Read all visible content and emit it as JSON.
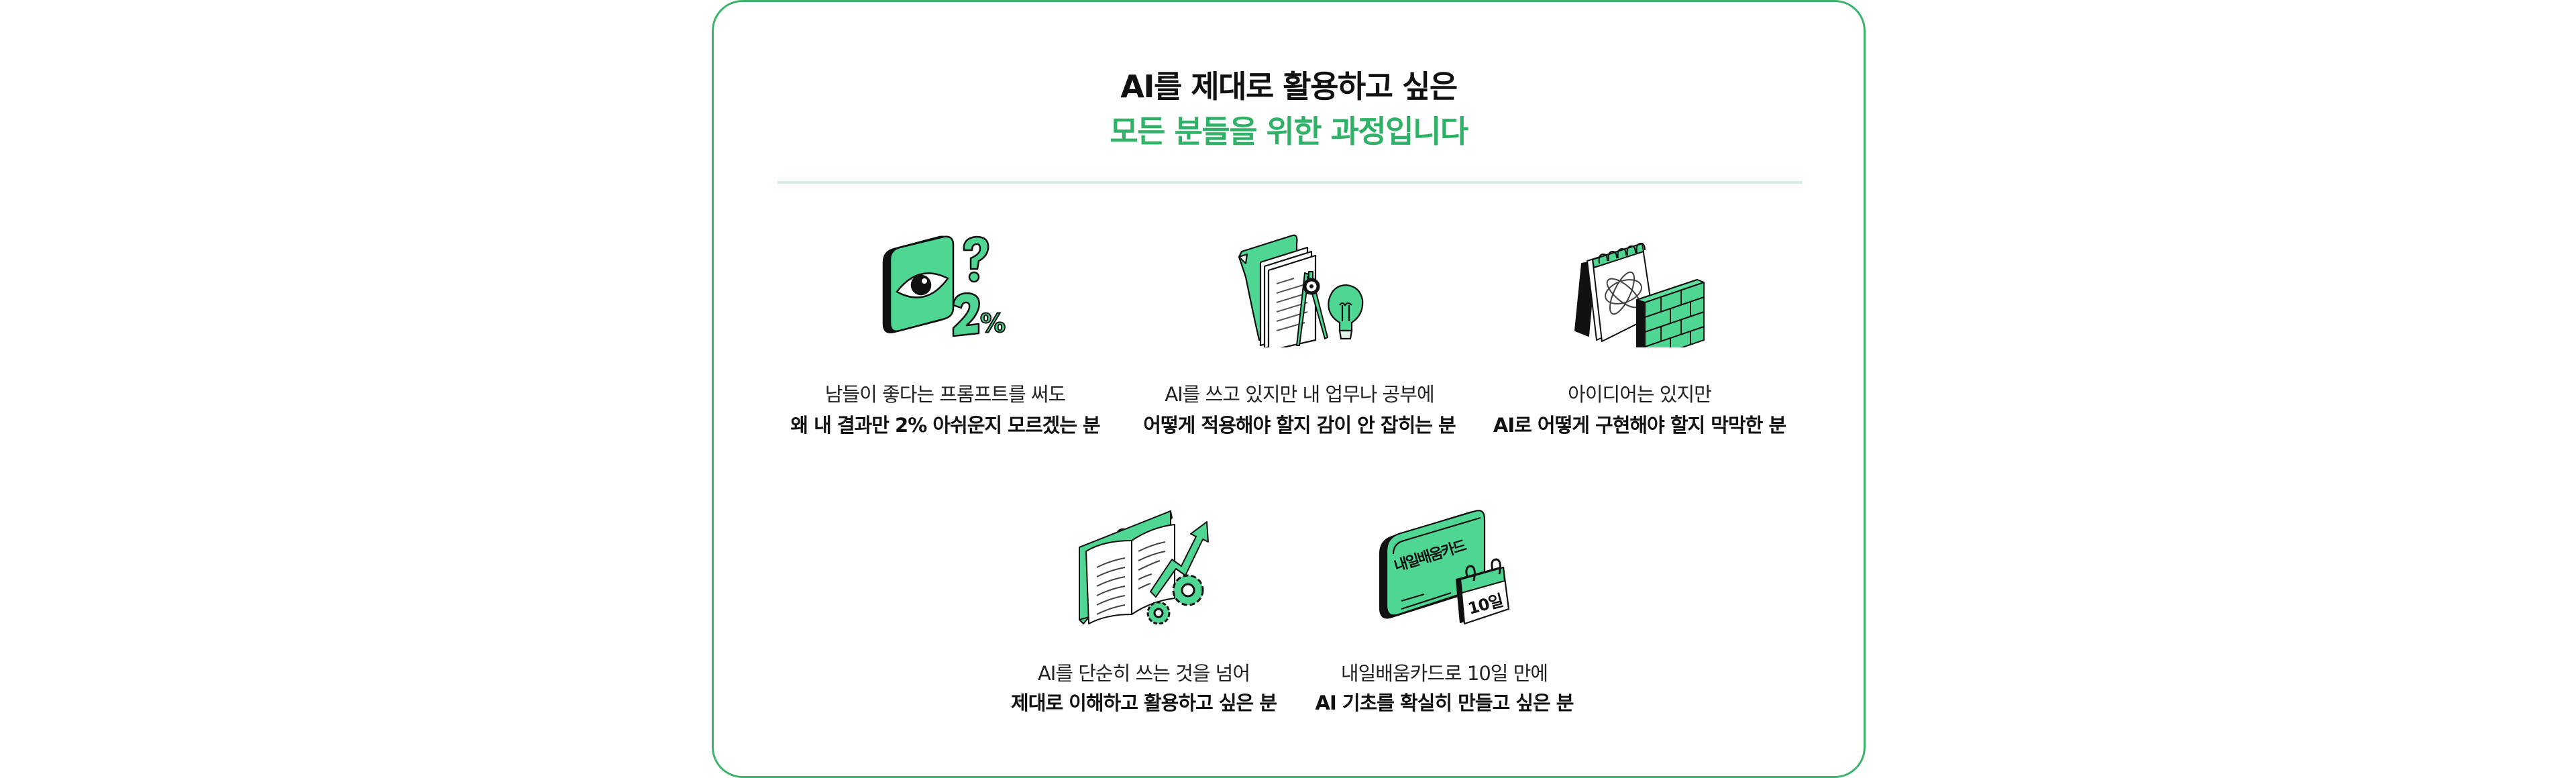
{
  "header": {
    "title_line1": "AI를 제대로 활용하고 싶은",
    "title_line2": "모든 분들을 위한 과정입니다"
  },
  "colors": {
    "accent": "#2fb267",
    "border": "#3db36c",
    "icon_green": "#4fd693",
    "divider": "#d6ede1",
    "ink": "#111111"
  },
  "items": [
    {
      "icon": "eye-2-percent-icon",
      "line1": "남들이 좋다는 프롬프트를 써도",
      "line2": "왜 내 결과만 2% 아쉬운지 모르겠는 분"
    },
    {
      "icon": "documents-compass-lightbulb-icon",
      "line1": "AI를 쓰고 있지만 내 업무나 공부에",
      "line2": "어떻게 적용해야 할지 감이 안 잡히는 분"
    },
    {
      "icon": "notepad-brick-wall-icon",
      "line1": "아이디어는 있지만",
      "line2": "AI로 어떻게 구현해야 할지 막막한 분"
    },
    {
      "icon": "book-growth-gears-icon",
      "line1": "AI를 단순히 쓰는 것을 넘어",
      "line2": "제대로 이해하고 활용하고 싶은 분"
    },
    {
      "icon": "learning-card-calendar-icon",
      "line1": "내일배움카드로 10일 만에",
      "line2": "AI 기초를 확실히 만들고 싶은 분",
      "card_text": "내일배움카드",
      "calendar_text": "10일"
    }
  ]
}
